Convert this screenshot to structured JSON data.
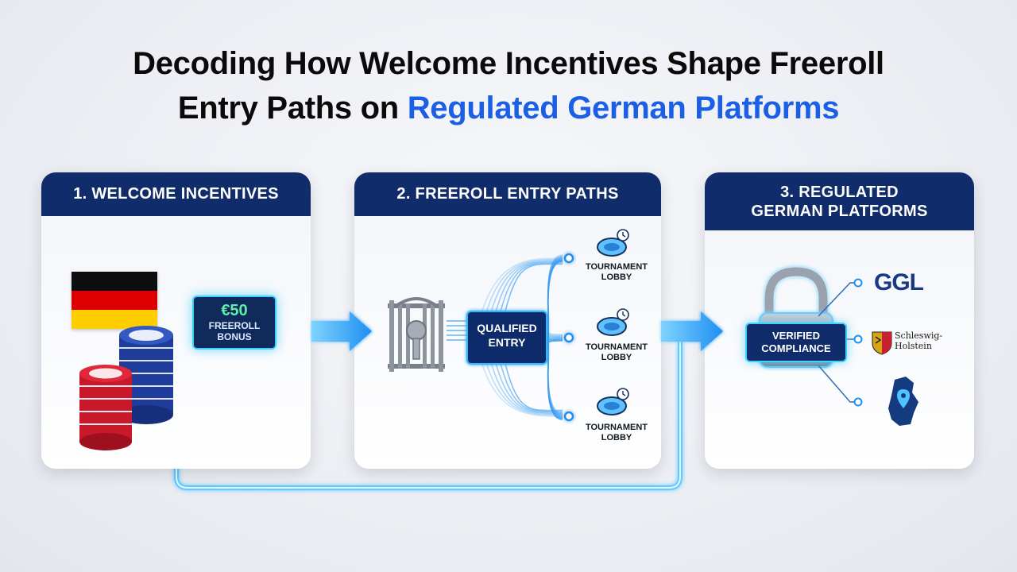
{
  "title": {
    "line1": "Decoding How Welcome Incentives Shape Freeroll",
    "line2_plain": "Entry Paths on ",
    "line2_highlight": "Regulated German Platforms"
  },
  "panels": [
    {
      "heading": "1. WELCOME INCENTIVES"
    },
    {
      "heading": "2. FREEROLL ENTRY PATHS"
    },
    {
      "heading_line1": "3. REGULATED",
      "heading_line2": "GERMAN PLATFORMS"
    }
  ],
  "bonus_ticket": {
    "amount": "€50",
    "line1": "FREEROLL",
    "line2": "BONUS"
  },
  "qualified_entry": {
    "line1": "QUALIFIED",
    "line2": "ENTRY"
  },
  "lobbies": [
    {
      "line1": "TOURNAMENT",
      "line2": "LOBBY"
    },
    {
      "line1": "TOURNAMENT",
      "line2": "LOBBY"
    },
    {
      "line1": "TOURNAMENT",
      "line2": "LOBBY"
    }
  ],
  "compliance": {
    "line1": "VERIFIED",
    "line2": "COMPLIANCE"
  },
  "regulators": {
    "ggl": "GGL",
    "sh_line1": "Schleswig-",
    "sh_line2": "Holstein"
  },
  "colors": {
    "header_navy": "#102c6b",
    "title_highlight": "#1a5fe6",
    "accent_cyan": "#2fb8ff",
    "arrow_blue": "#2aa6f5"
  },
  "icons": [
    "german-flag-icon",
    "poker-chips-icon",
    "gate-key-icon",
    "tournament-table-icon",
    "padlock-icon",
    "map-pin-germany-icon",
    "coat-of-arms-icon"
  ]
}
